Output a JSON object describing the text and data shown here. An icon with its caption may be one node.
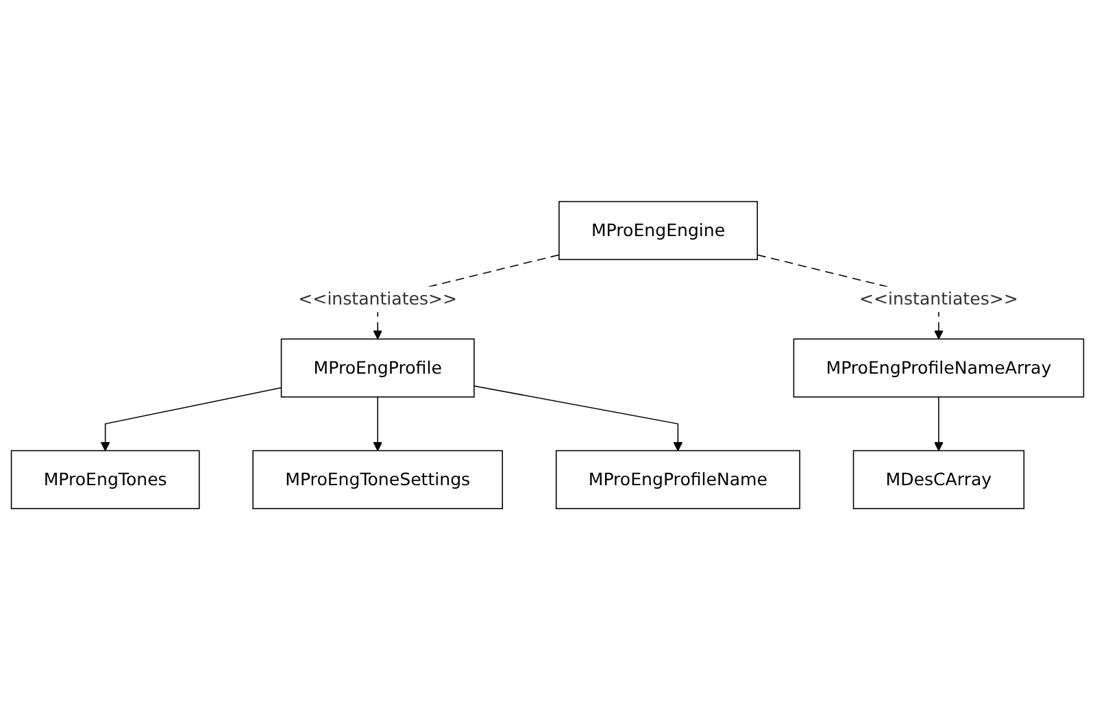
{
  "diagram": {
    "nodes": [
      {
        "text": [
          "MProEngEngine"
        ]
      },
      {
        "text": [
          "MDesCArray"
        ]
      },
      {
        "text": [
          "MProEngProfile"
        ]
      },
      {
        "text": [
          "MProEngProfileNameArray"
        ]
      },
      {
        "text": [
          "MProEngTones"
        ]
      },
      {
        "text": [
          "MProEngToneSettings"
        ]
      },
      {
        "text": [
          "MProEngProfileName"
        ]
      }
    ],
    "edges": [
      {
        "from": 0,
        "to": 2,
        "arrow": "to",
        "style": "dashed",
        "label": "<<instantiates>>"
      },
      {
        "from": 0,
        "to": 3,
        "arrow": "to",
        "style": "dashed",
        "label": "<<instantiates>>"
      },
      {
        "from": 3,
        "to": 1,
        "arrow": "to"
      },
      {
        "from": 2,
        "to": 4,
        "arrow": "to"
      },
      {
        "from": 2,
        "to": 5,
        "arrow": "to"
      },
      {
        "from": 2,
        "to": 6,
        "arrow": "to"
      }
    ]
  }
}
